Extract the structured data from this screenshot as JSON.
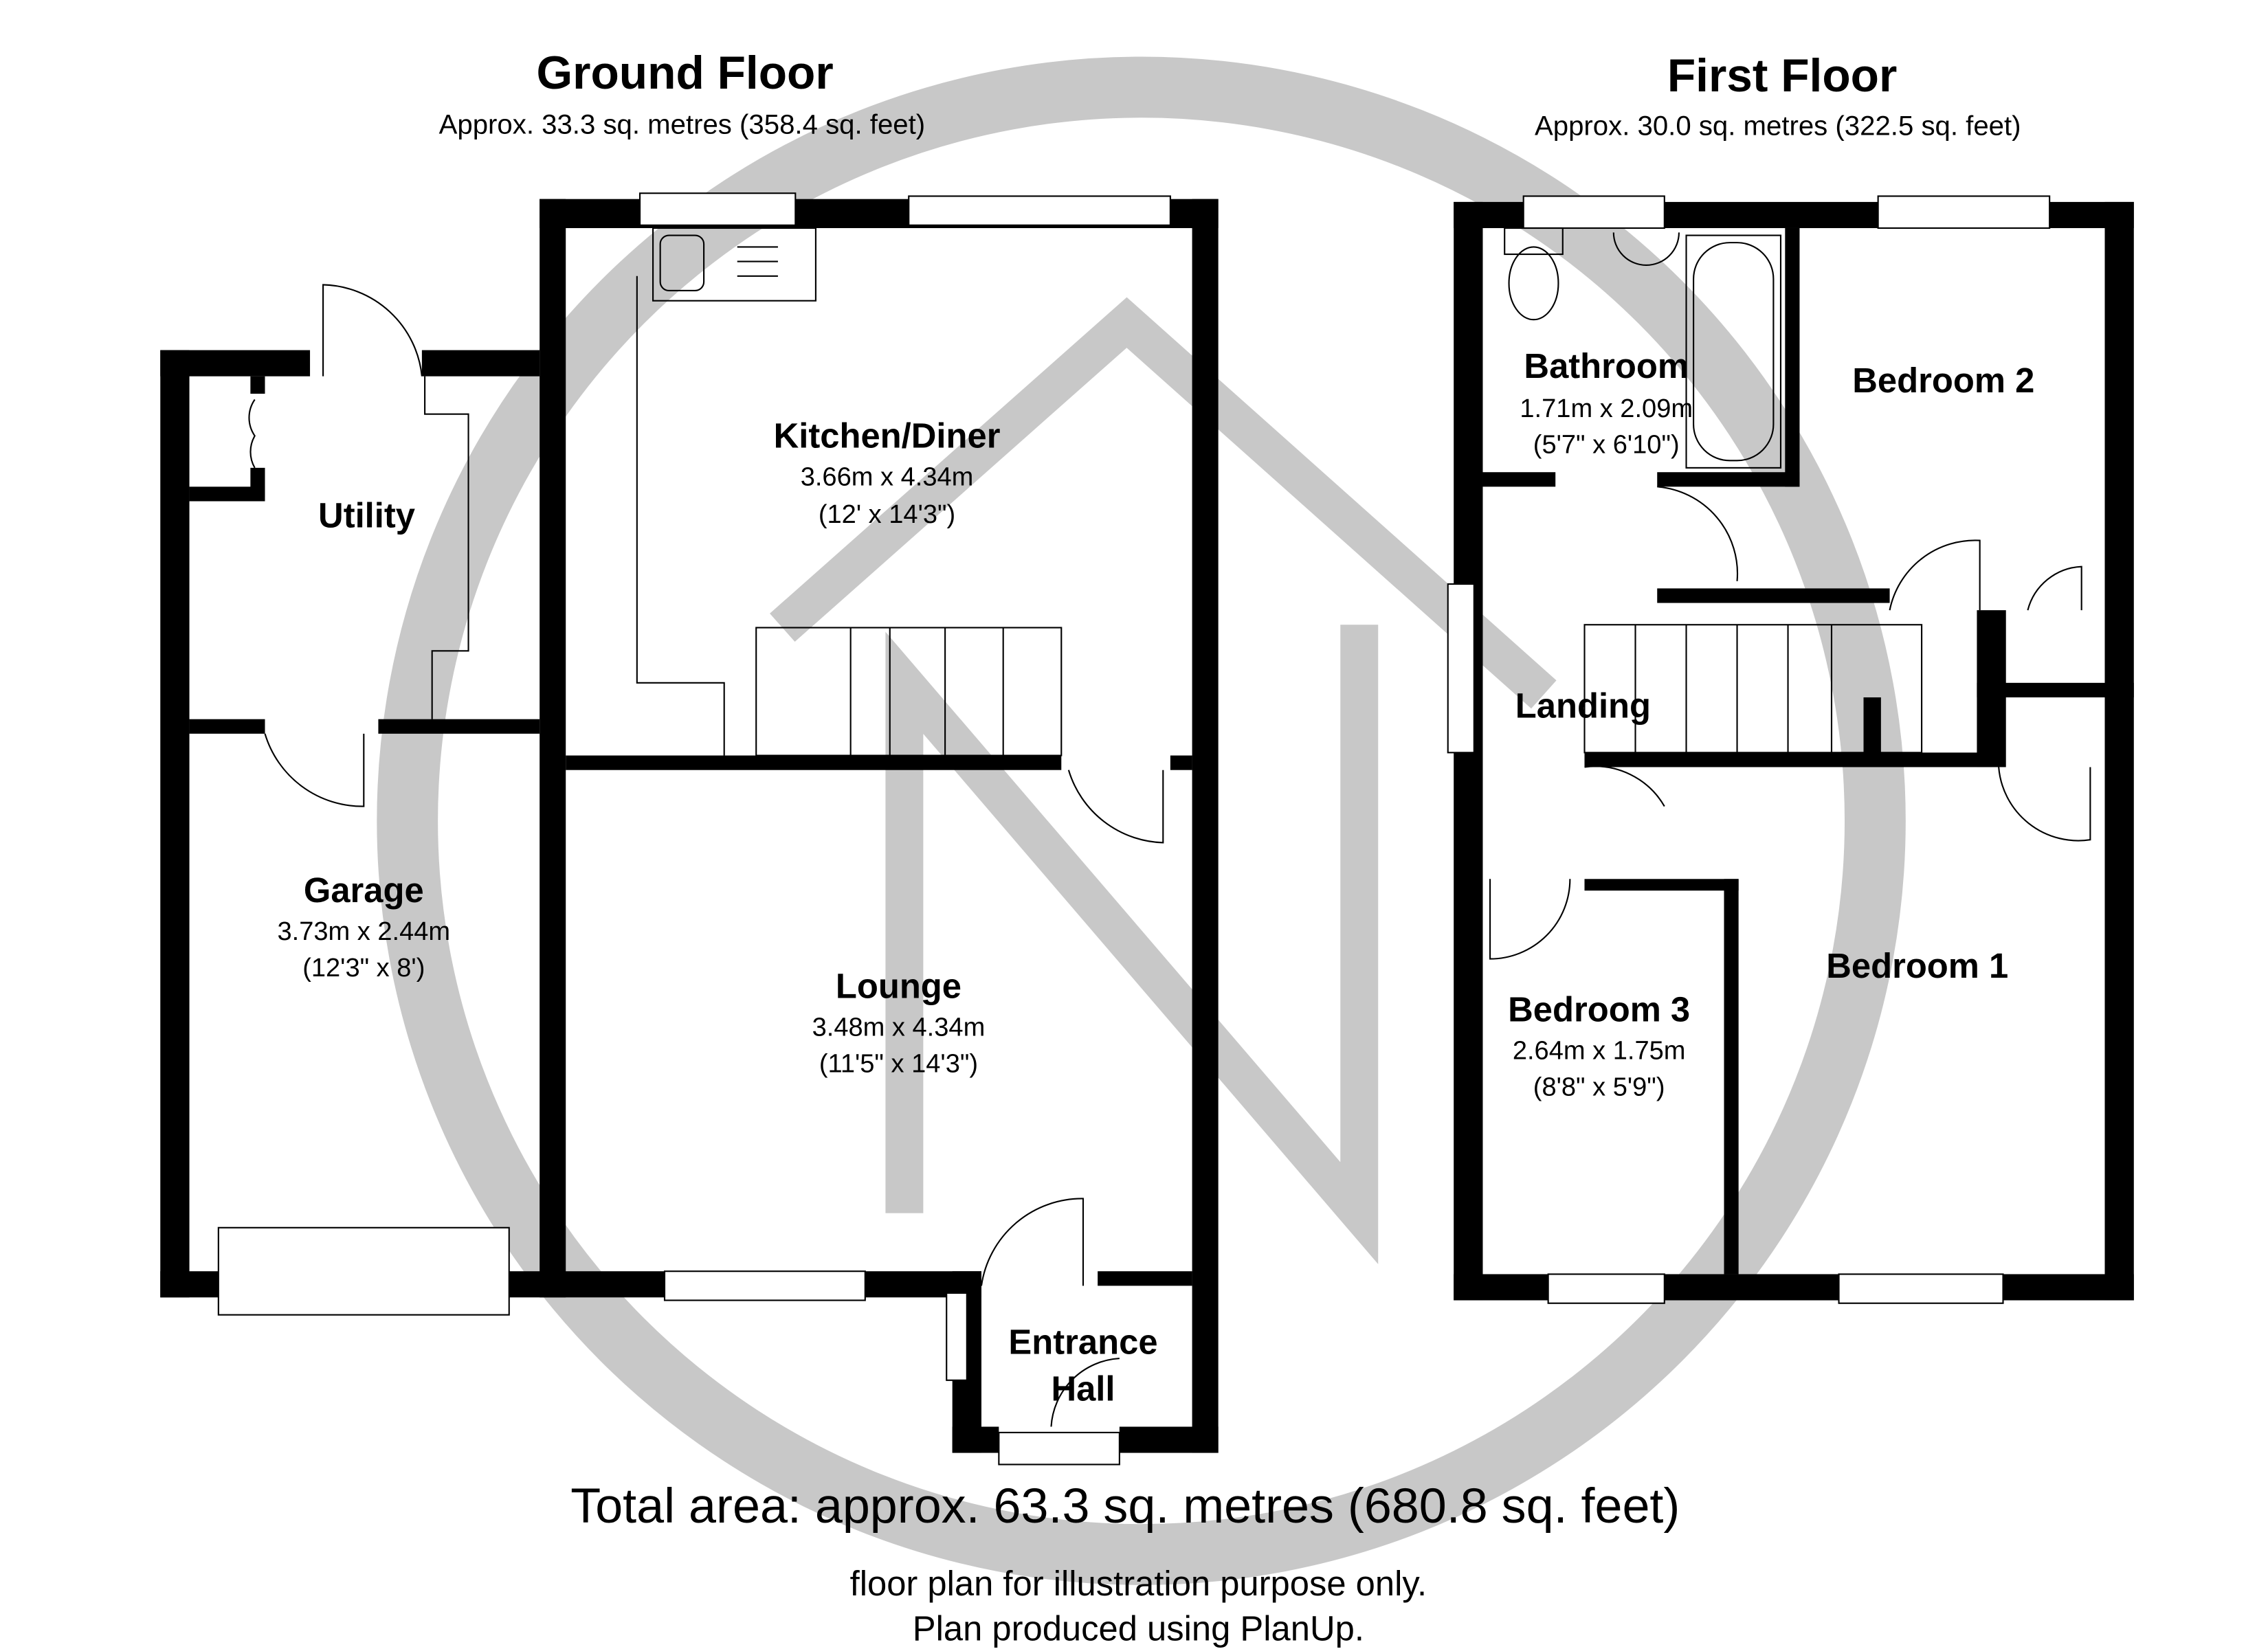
{
  "ground_floor": {
    "title": "Ground Floor",
    "area": "Approx.  33.3 sq. metres (358.4 sq. feet)",
    "rooms": [
      {
        "name": "Kitchen/Diner",
        "metric": "3.66m x 4.34m",
        "imperial": "(12' x 14'3\")"
      },
      {
        "name": "Utility"
      },
      {
        "name": "Garage",
        "metric": "3.73m x 2.44m",
        "imperial": "(12'3\" x 8')"
      },
      {
        "name": "Lounge",
        "metric": "3.48m x 4.34m",
        "imperial": "(11'5\" x 14'3\")"
      },
      {
        "name": "Entrance",
        "name2": "Hall"
      }
    ]
  },
  "first_floor": {
    "title": "First Floor",
    "area": "Approx.  30.0 sq. metres (322.5 sq. feet)",
    "rooms": [
      {
        "name": "Bathroom",
        "metric": "1.71m x 2.09m",
        "imperial": "(5'7\" x 6'10\")"
      },
      {
        "name": "Bedroom 2"
      },
      {
        "name": "Landing"
      },
      {
        "name": "Bedroom 3",
        "metric": "2.64m x 1.75m",
        "imperial": "(8'8\" x 5'9\")"
      },
      {
        "name": "Bedroom 1"
      }
    ]
  },
  "footer": {
    "total": "Total area: approx.  63.3 sq. metres (680.8 sq. feet)",
    "note1": "floor plan for illustration purpose only.",
    "note2": "Plan produced using PlanUp."
  },
  "colors": {
    "walls": "#000000",
    "watermark": "#c8c8c8",
    "background": "#ffffff"
  },
  "watermark": "N"
}
